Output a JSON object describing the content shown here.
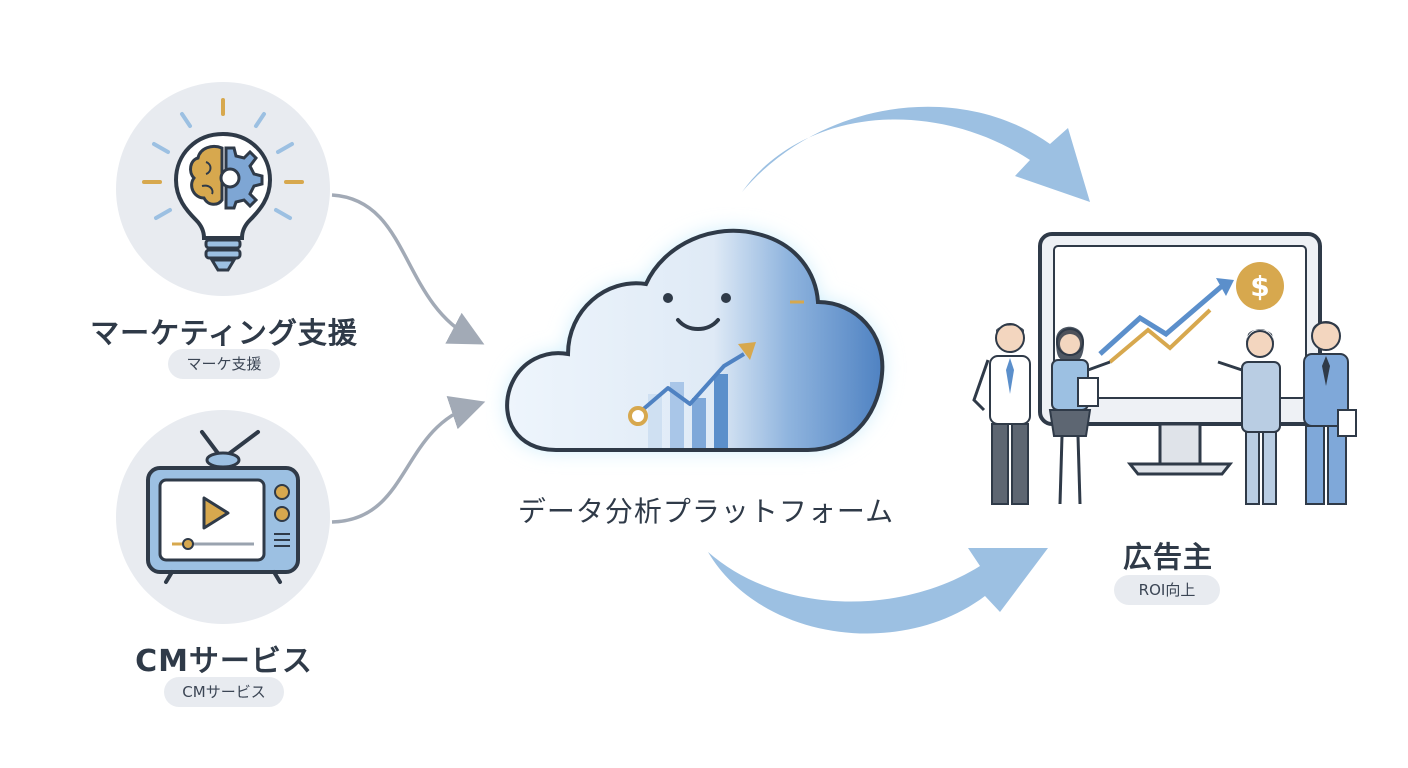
{
  "nodes": {
    "marketing": {
      "title": "マーケティング支援",
      "pill": "マーケ支援",
      "icon": "lightbulb-brain-gear-icon"
    },
    "cm": {
      "title": "CMサービス",
      "pill": "CMサービス",
      "icon": "tv-play-icon"
    },
    "platform": {
      "title": "データ分析プラットフォーム",
      "icon": "smiling-cloud-chart-icon"
    },
    "advertiser": {
      "title": "広告主",
      "pill": "ROI向上",
      "icon": "monitor-business-people-icon"
    }
  },
  "colors": {
    "navy": "#2f3a48",
    "gold": "#d7a84e",
    "light_blue": "#9cc0e2",
    "blue": "#5b8fcb",
    "circle_bg": "#e8ebf0",
    "gray_arrow": "#a2aab6"
  }
}
